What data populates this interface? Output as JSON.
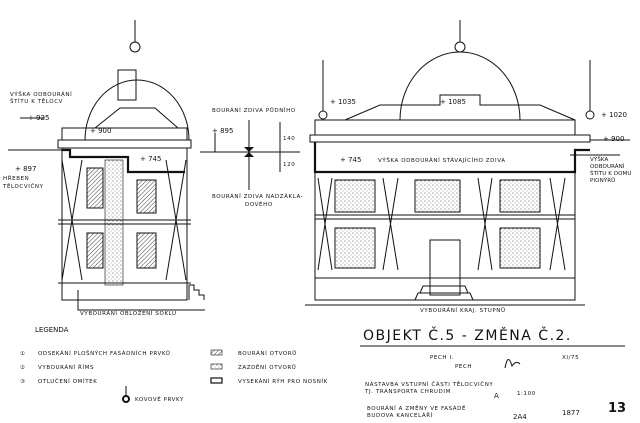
{
  "left_elevation": {
    "label_top": [
      "VÝŠKA ODBOURÁNÍ",
      "ŠTÍTU K TĚLOCV"
    ],
    "level_925": "+ 925",
    "level_900": "+ 900",
    "level_897": "+ 897",
    "label_hreben": [
      "HŘEBEN",
      "TĚLOCVIČNY"
    ],
    "level_745": "+ 745",
    "note_bottom": "VYBOURÁNÍ OBLOŽENÍ SOKLU"
  },
  "section_detail": {
    "label_top": "BOURÁNÍ ZDIVA PŮDNÍHO",
    "level_895": "+ 895",
    "dim_upper": "140",
    "dim_lower": "120",
    "label_bottom": [
      "BOURÁNÍ ZDIVA NADZÁKLA-",
      "DOVÉHO"
    ]
  },
  "right_elevation": {
    "level_1035": "+ 1035",
    "level_1085": "+ 1085",
    "level_1020": "+ 1020",
    "level_900": "+ 900",
    "level_745": "+ 745",
    "band_text": "VÝŠKA ODBOURÁNÍ STÁVAJÍCÍHO ZDIVA",
    "label_right": [
      "VÝŠKA",
      "ODBOURÁNÍ",
      "ŠTÍTU K DOMU",
      "PIONÝRŮ"
    ],
    "note_bottom": "VYBOURÁNÍ KRAJ. STUPNŮ"
  },
  "legend": {
    "title": "LEGENDA",
    "items": [
      {
        "symbol": "①",
        "label": "ODSEKÁNÍ PLOŠNÝCH FASÁDNÍCH PRVKŮ"
      },
      {
        "symbol": "②",
        "label": "VYBOURÁNÍ ŘÍMS"
      },
      {
        "symbol": "③",
        "label": "OTLUČENÍ OMÍTEK"
      }
    ],
    "hatch_items": [
      {
        "label": "BOURÁNÍ OTVORŮ"
      },
      {
        "label": "ZAZDĚNÍ OTVORŮ"
      },
      {
        "label": "VYSEKÁNÍ RÝH PRO NOSNÍK"
      }
    ],
    "anchor_label": "KOVOVÉ PRVKY"
  },
  "title_block": {
    "title": "OBJEKT Č.5 - ZMĚNA Č.2.",
    "author": "PECH I.",
    "author2": "PECH",
    "date": "XI/75",
    "desc1": [
      "NÁSTAVBA VSTUPNÍ ČÁSTI TĚLOCVIČNY",
      "TJ. TRANSPORTA CHRUDIM"
    ],
    "format": "A",
    "scale": "1:100",
    "desc2": [
      "BOURÁNÍ A ZMĚNY VE FASÁDĚ",
      "BUDOVA KANCELÁŘÍ"
    ],
    "number": "2A4",
    "code": "1877",
    "page": "13"
  }
}
